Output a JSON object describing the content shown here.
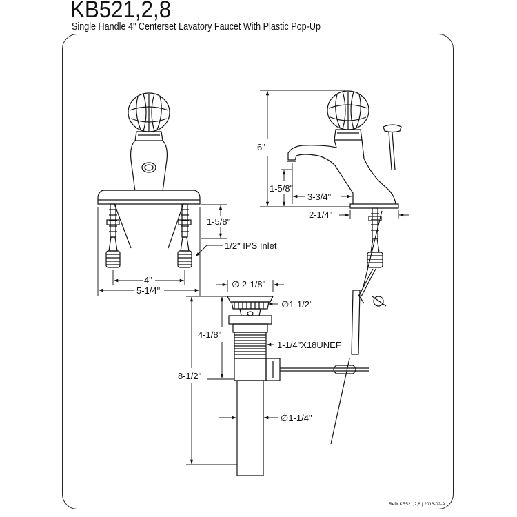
{
  "title": "KB521,2,8",
  "subtitle": "Single Handle 4\" Centerset Lavatory Faucet With Plastic Pop-Up",
  "dimensions": {
    "front_inlet_height": "1-5/8\"",
    "ips_inlet": "1/2\" IPS Inlet",
    "center_spacing": "4\"",
    "base_width": "5-1/4\"",
    "side_height": "6\"",
    "spout_height": "1-5/8\"",
    "spout_reach": "3-3/4\"",
    "base_depth": "2-1/4\"",
    "drain_top_dia": "∅ 2-1/8\"",
    "drain_flange_dia": "∅1-1/2\"",
    "drain_body_height": "4-1/8\"",
    "drain_thread": "1-1/4\"X18UNEF",
    "drain_total_height": "8-1/2\"",
    "tailpiece_dia": "∅1-1/4\""
  },
  "reference": "Ref# KB521,2,8 | 2016-02-A"
}
